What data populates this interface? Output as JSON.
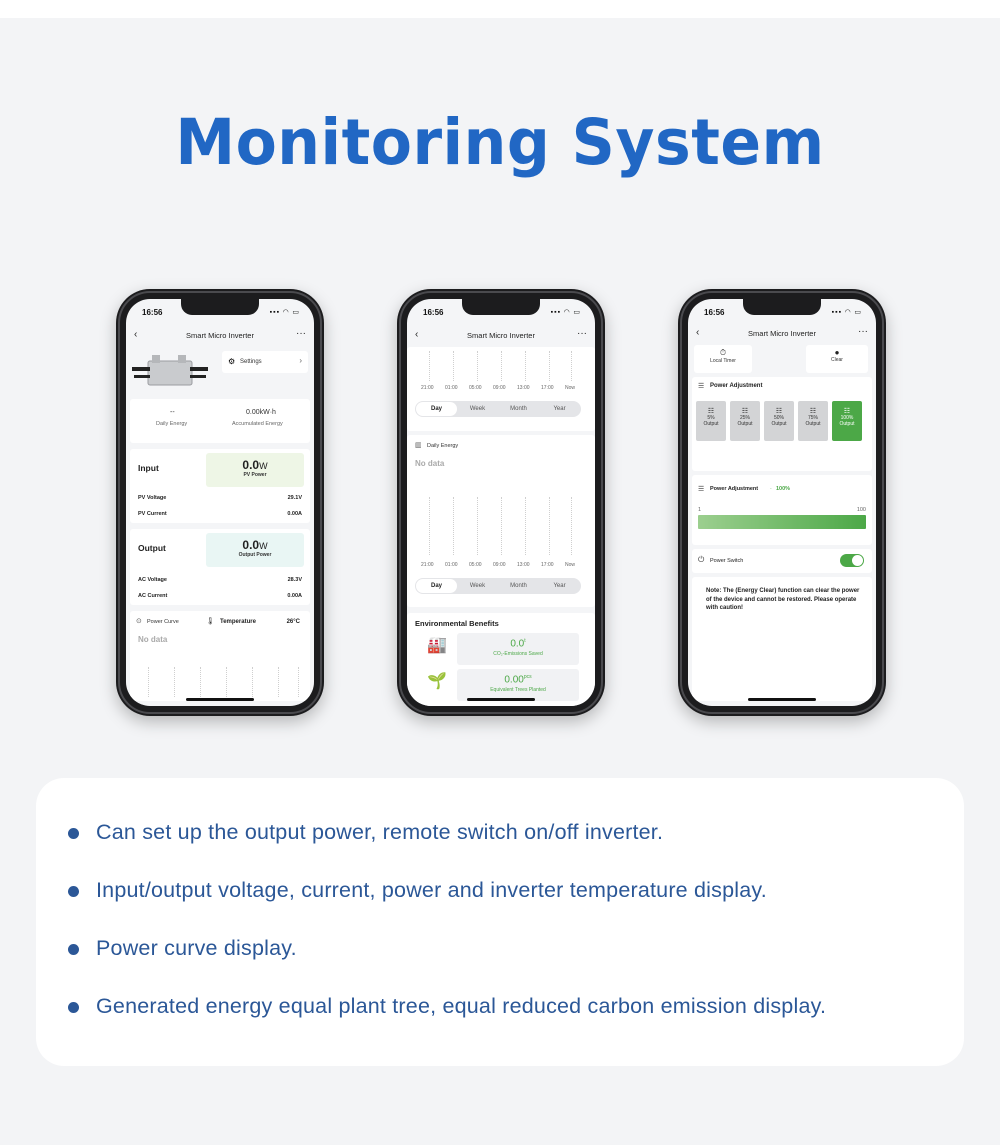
{
  "headline": "Monitoring System",
  "status": {
    "time": "16:56",
    "signal": "▪▪▪ ◠ ▭"
  },
  "nav": {
    "back": "‹",
    "title": "Smart Micro Inverter",
    "more": "···"
  },
  "phone1": {
    "settings": "Settings",
    "daily_energy_value": "--",
    "daily_energy_label": "Daily Energy",
    "accum_value": "0.00kW·h",
    "accum_label": "Accumulated Energy",
    "input_title": "Input",
    "pv_power_value": "0.0",
    "pv_power_unit": "W",
    "pv_power_label": "PV Power",
    "pv_voltage_label": "PV Voltage",
    "pv_voltage_value": "29.1V",
    "pv_current_label": "PV Current",
    "pv_current_value": "0.00A",
    "output_title": "Output",
    "out_power_value": "0.0",
    "out_power_unit": "W",
    "out_power_label": "Output Power",
    "ac_voltage_label": "AC Voltage",
    "ac_voltage_value": "28.3V",
    "ac_current_label": "AC Current",
    "ac_current_value": "0.00A",
    "power_curve": "Power Curve",
    "temperature_label": "Temperature",
    "temperature_value": "26°C",
    "no_data": "No data"
  },
  "phone2": {
    "times": [
      "21:00",
      "01:00",
      "05:00",
      "09:00",
      "13:00",
      "17:00",
      "Now"
    ],
    "tabs": [
      "Day",
      "Week",
      "Month",
      "Year"
    ],
    "daily_energy": "Daily Energy",
    "no_data": "No data",
    "env_title": "Environmental Benefits",
    "co2_value": "0.0",
    "co2_unit": "t",
    "co2_label": "CO₂-Emissions Saved",
    "trees_value": "0.00",
    "trees_unit": "pcs",
    "trees_label": "Equivalent Trees Planted"
  },
  "phone3": {
    "local_timer": "Local Timer",
    "clear": "Clear",
    "power_adjustment": "Power Adjustment",
    "buttons": [
      {
        "pct": "5%",
        "label": "Output"
      },
      {
        "pct": "25%",
        "label": "Output"
      },
      {
        "pct": "50%",
        "label": "Output"
      },
      {
        "pct": "75%",
        "label": "Output"
      },
      {
        "pct": "100%",
        "label": "Output"
      }
    ],
    "adj_title": "Power Adjustment",
    "adj_value": "100%",
    "slider_min": "1",
    "slider_max": "100",
    "slider_level": 1.0,
    "power_switch": "Power Switch",
    "note": "Note: The (Energy Clear) function can clear the power of the device and cannot be restored. Please operate with caution!"
  },
  "features": [
    "Can set up the output power, remote switch on/off inverter.",
    "Input/output voltage, current, power and inverter temperature display.",
    "Power curve display.",
    "Generated energy equal plant tree, equal reduced carbon emission display."
  ],
  "colors": {
    "headline": "#2167c4",
    "feature_text": "#2b5797",
    "accent_green": "#4ca847"
  }
}
